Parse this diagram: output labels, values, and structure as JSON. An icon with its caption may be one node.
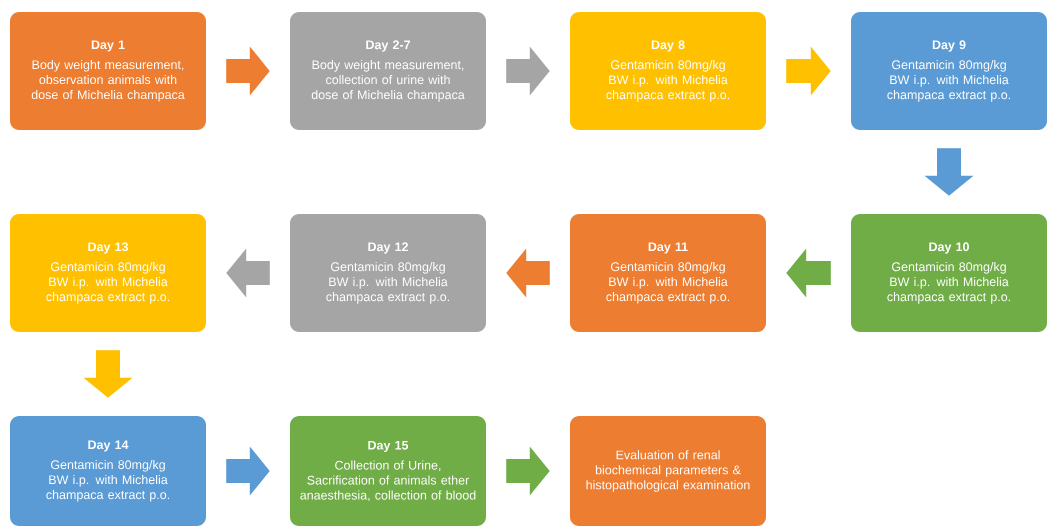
{
  "diagram": {
    "nodes": [
      {
        "text": [
          "Day 1",
          "Body weight measurement, observation animals with dose of Michelia champaca"
        ]
      },
      {
        "text": [
          "Day 2-7",
          "Body weight measurement, collection of urine with dose of Michelia champaca"
        ]
      },
      {
        "text": [
          "Day 8",
          "Gentamicin 80mg/kg BW i.p. with Michelia champaca extract p.o."
        ]
      },
      {
        "text": [
          "Day 9",
          "Gentamicin 80mg/kg BW i.p. with Michelia champaca extract p.o."
        ]
      },
      {
        "text": [
          "Day 13",
          "Gentamicin 80mg/kg BW i.p. with Michelia champaca extract p.o."
        ]
      },
      {
        "text": [
          "Day 12",
          "Gentamicin 80mg/kg BW i.p. with Michelia champaca extract p.o."
        ]
      },
      {
        "text": [
          "Day 11",
          "Gentamicin 80mg/kg BW i.p. with Michelia champaca extract p.o."
        ]
      },
      {
        "text": [
          "Day 10",
          "Gentamicin 80mg/kg BW i.p. with Michelia champaca extract p.o."
        ]
      },
      {
        "text": [
          "Day 14",
          "Gentamicin 80mg/kg BW i.p. with Michelia champaca extract p.o."
        ]
      },
      {
        "text": [
          "Day 15",
          "Collection of Urine, Sacrification of animals ether anaesthesia, collection of blood"
        ]
      },
      {
        "text": [
          "Evaluation of renal biochemical parameters & histopathological examination"
        ]
      }
    ],
    "edges": [
      {
        "from": 0,
        "to": 1,
        "arrow": "to",
        "color": "#ed7d31"
      },
      {
        "from": 1,
        "to": 2,
        "arrow": "to",
        "color": "#a5a5a5"
      },
      {
        "from": 2,
        "to": 3,
        "arrow": "to",
        "color": "#ffc000"
      },
      {
        "from": 3,
        "to": 7,
        "arrow": "to",
        "color": "#5b9bd5"
      },
      {
        "from": 7,
        "to": 6,
        "arrow": "to",
        "color": "#70ad47"
      },
      {
        "from": 6,
        "to": 5,
        "arrow": "to",
        "color": "#ed7d31"
      },
      {
        "from": 5,
        "to": 4,
        "arrow": "to",
        "color": "#a5a5a5"
      },
      {
        "from": 4,
        "to": 8,
        "arrow": "to",
        "color": "#ffc000"
      },
      {
        "from": 8,
        "to": 9,
        "arrow": "to",
        "color": "#5b9bd5"
      },
      {
        "from": 9,
        "to": 10,
        "arrow": "to",
        "color": "#70ad47"
      }
    ]
  }
}
